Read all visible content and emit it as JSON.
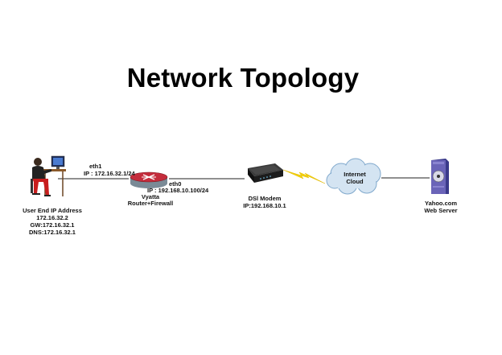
{
  "title": "Network Topology",
  "user": {
    "name": "User End IP Address",
    "ip": "172.16.32.2",
    "gw": "GW:172.16.32.1",
    "dns": "DNS:172.16.32.1"
  },
  "router": {
    "eth1": "eth1",
    "eth1_ip": "IP : 172.16.32.1/24",
    "eth0": "eth0",
    "eth0_ip": "IP : 192.168.10.100/24",
    "name": "Vyatta",
    "role": "Router+Firewall"
  },
  "modem": {
    "name": "DSl Modem",
    "ip": "IP:192.168.10.1"
  },
  "cloud": {
    "line1": "Internet",
    "line2": "Cloud"
  },
  "server": {
    "name": "Yahoo.com",
    "role": "Web Server"
  }
}
